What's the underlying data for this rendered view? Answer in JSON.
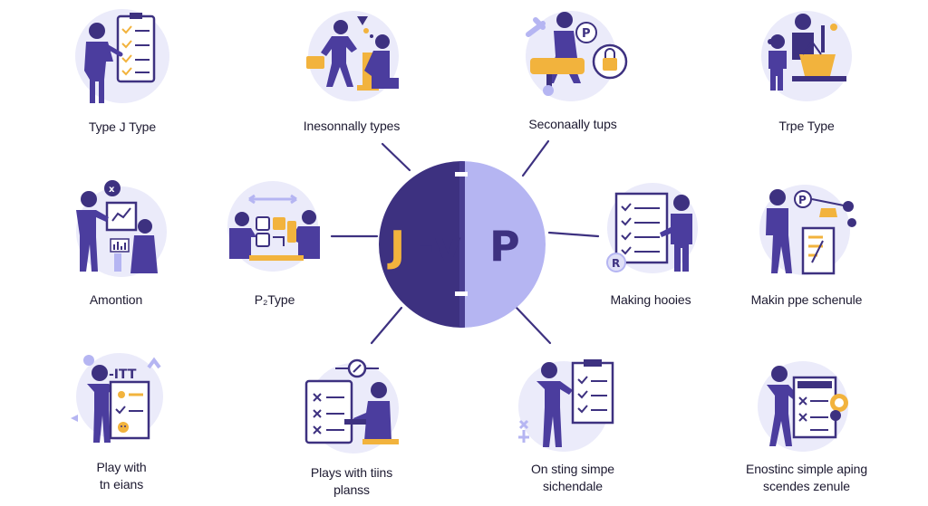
{
  "center": {
    "left_letter": "J",
    "middle": "-v",
    "right_letter": "P",
    "colors": {
      "dark": "#3d3180",
      "light": "#b5b5f2",
      "accent": "#f2b33d"
    }
  },
  "items": [
    {
      "id": "top-1",
      "label_lines": [
        "Type J Type"
      ],
      "icon": "checklist-person-icon"
    },
    {
      "id": "top-2",
      "label_lines": [
        "Inesonnally types"
      ],
      "icon": "workshop-people-icon"
    },
    {
      "id": "top-3",
      "label_lines": [
        "Seconaally tups"
      ],
      "icon": "lock-person-icon"
    },
    {
      "id": "top-4",
      "label_lines": [
        "Trpe Type"
      ],
      "icon": "shopping-basket-people-icon"
    },
    {
      "id": "mid-1",
      "label_lines": [
        "Amontion"
      ],
      "icon": "board-discussion-icon"
    },
    {
      "id": "mid-2",
      "label_lines": [
        "P₂Type"
      ],
      "icon": "puzzle-team-icon"
    },
    {
      "id": "mid-3",
      "label_lines": [
        "Making hooies"
      ],
      "icon": "checklist-board-icon"
    },
    {
      "id": "mid-4",
      "label_lines": [
        "Makin ppe schenule"
      ],
      "icon": "schedule-person-icon"
    },
    {
      "id": "bot-1",
      "label_lines": [
        "Play with",
        "tn eians"
      ],
      "icon": "plan-board-icon"
    },
    {
      "id": "bot-2",
      "label_lines": [
        "Plays with tiins",
        "planss"
      ],
      "icon": "laptop-list-icon"
    },
    {
      "id": "bot-3",
      "label_lines": [
        "On sting simpe",
        "sichendale"
      ],
      "icon": "schedule-checklist-icon"
    },
    {
      "id": "bot-4",
      "label_lines": [
        "Enostinc simple aping",
        "scendes zenule"
      ],
      "icon": "calendar-clock-icon"
    }
  ]
}
